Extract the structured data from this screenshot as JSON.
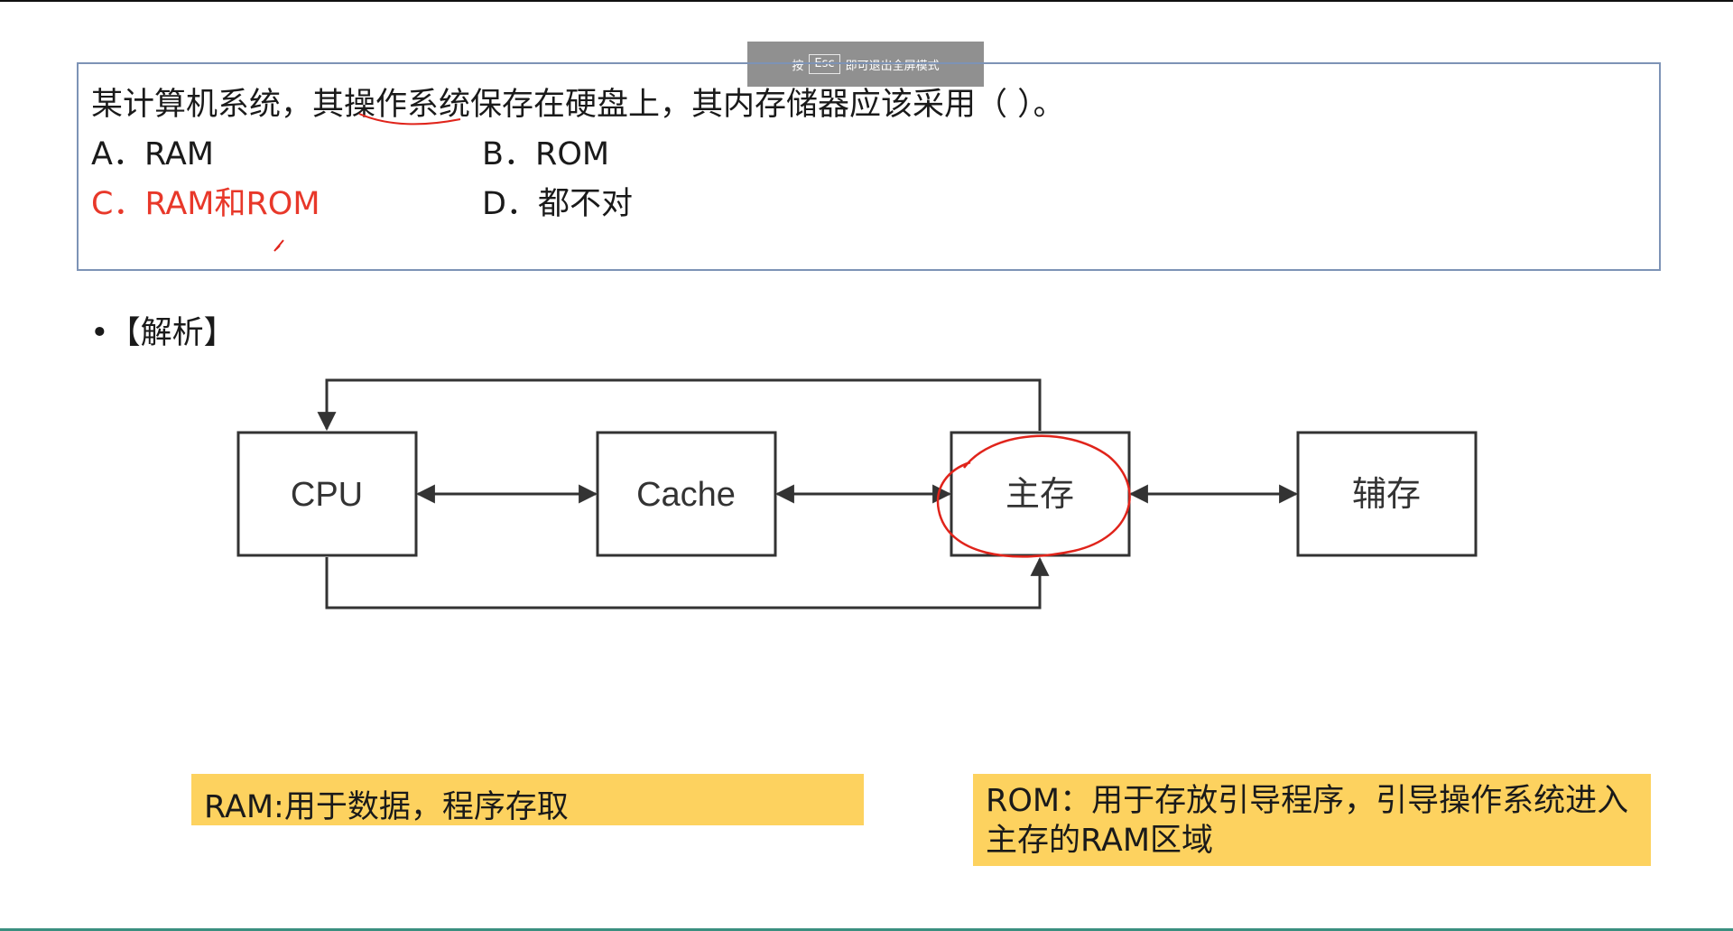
{
  "esc_hint": {
    "prefix": "按",
    "key": "Esc",
    "suffix": "即可退出全屏模式"
  },
  "question": {
    "text": "某计算机系统，其操作系统保存在硬盘上，其内存储器应该采用（    ）。",
    "options": {
      "a": "A．RAM",
      "b": "B．ROM",
      "c": "C．RAM和ROM",
      "d": "D．都不对"
    },
    "answer_color": "#e8382a"
  },
  "analysis_label": "•【解析】",
  "diagram": {
    "nodes": {
      "cpu": "CPU",
      "cache": "Cache",
      "main_memory": "主存",
      "aux_memory": "辅存"
    }
  },
  "notes": {
    "ram": "RAM:用于数据，程序存取",
    "rom": "ROM：用于存放引导程序，引导操作系统进入主存的RAM区域"
  },
  "colors": {
    "note_bg": "#fdd25f",
    "annotation": "#e0241b",
    "box_border": "#7d93b6"
  }
}
